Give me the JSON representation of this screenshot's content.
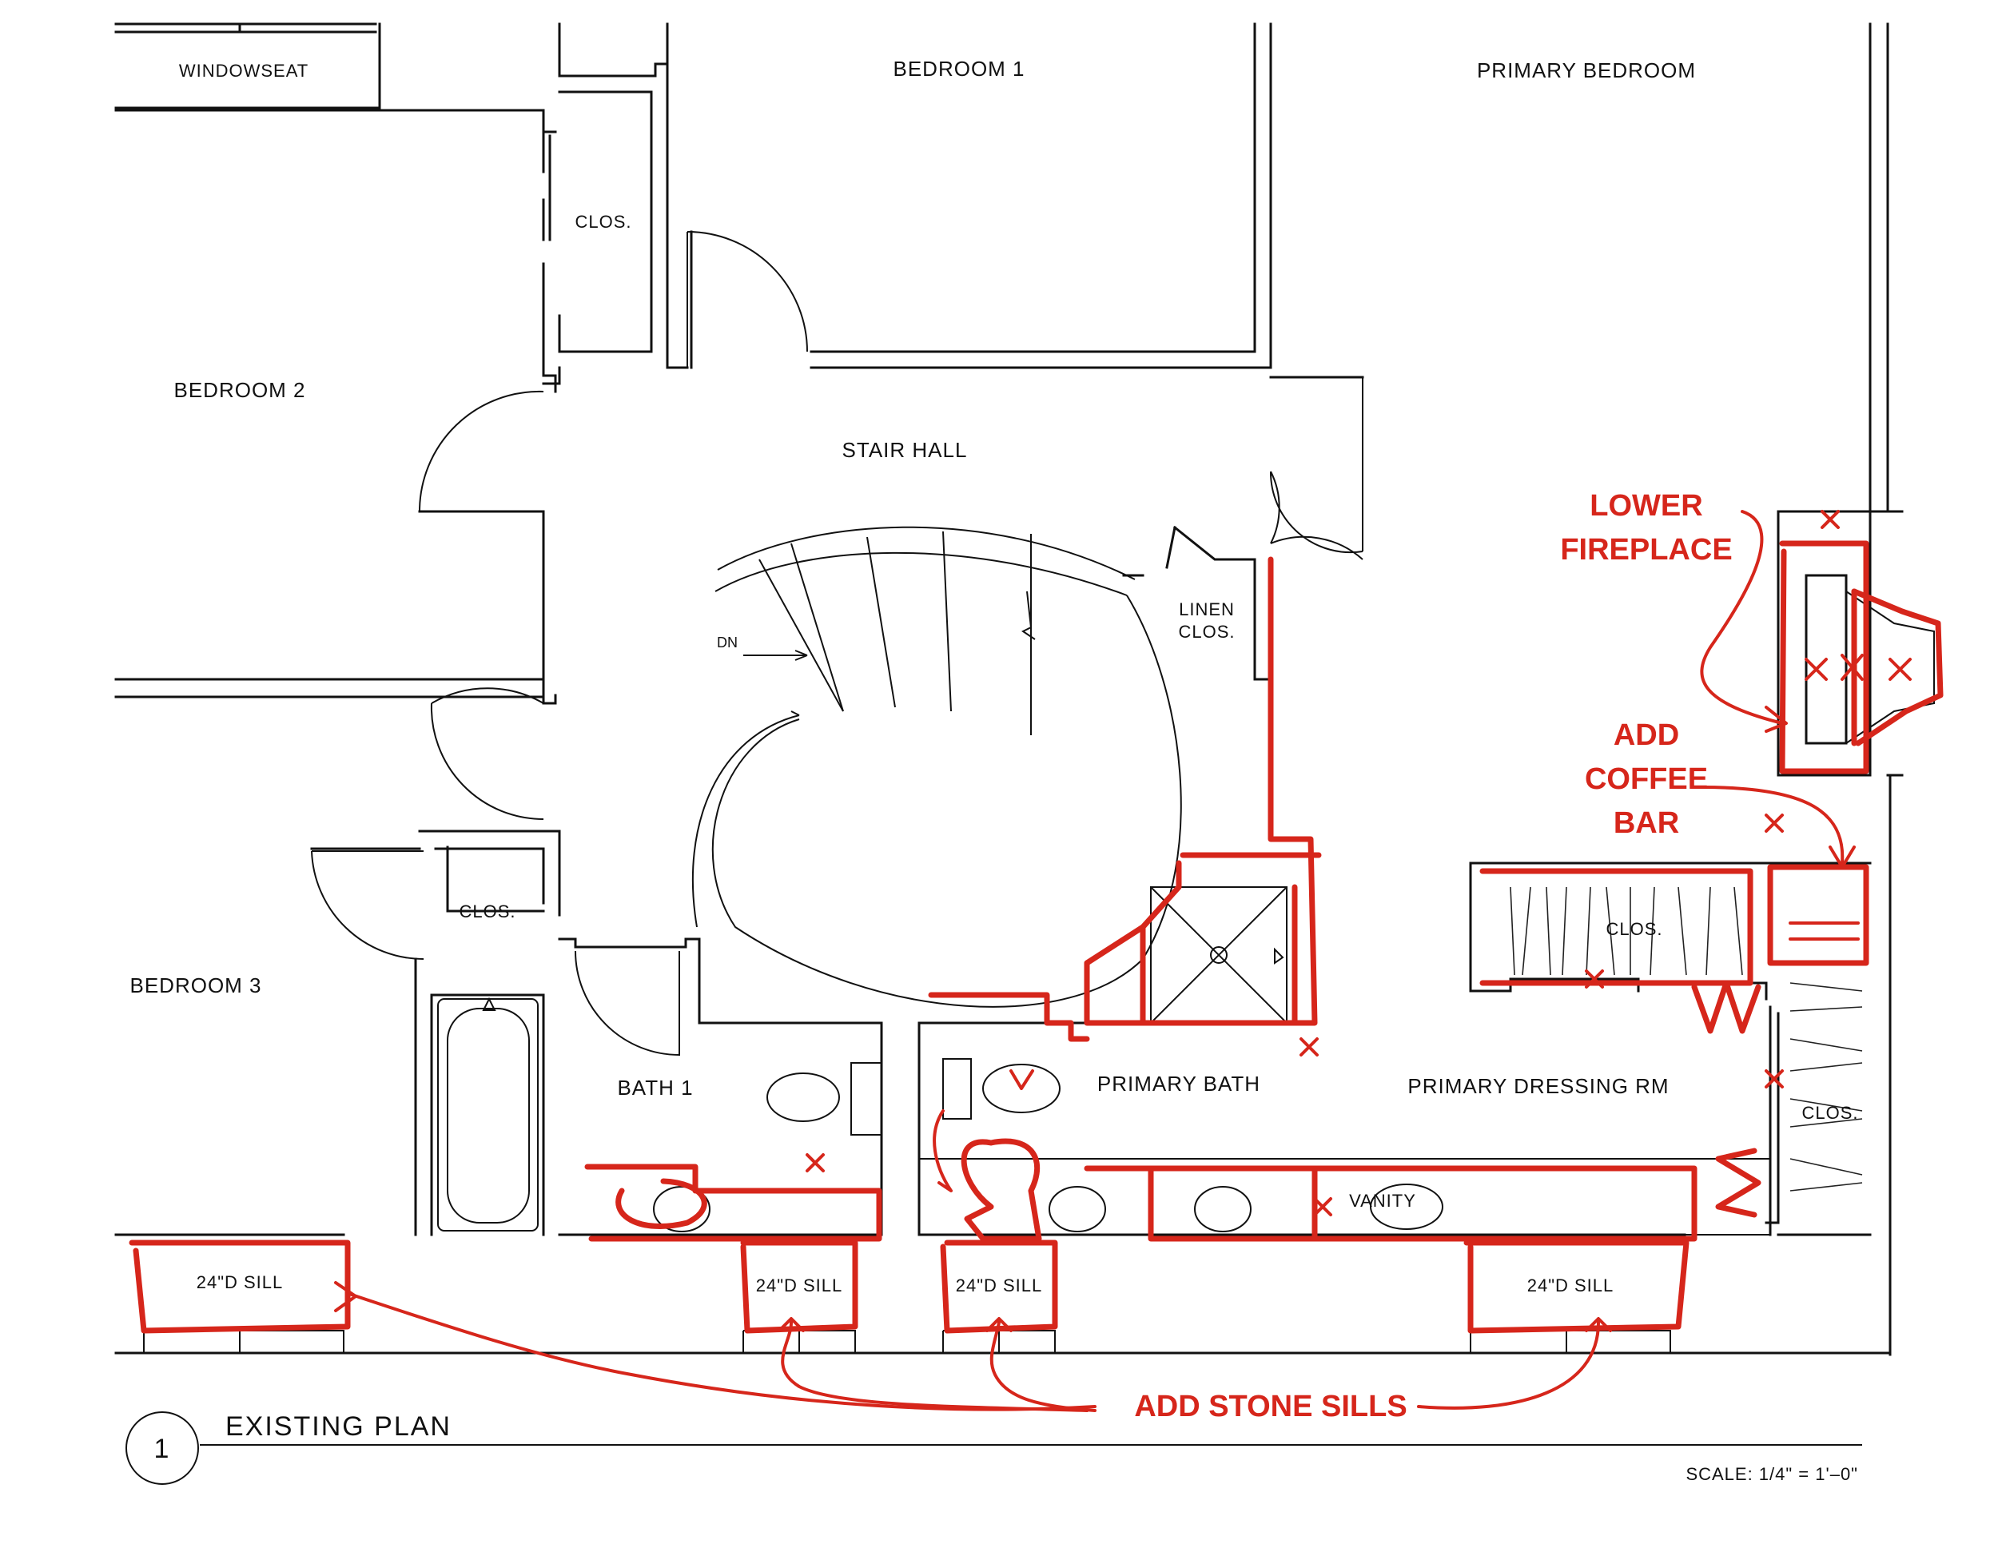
{
  "rooms": {
    "windowseat": "WINDOWSEAT",
    "bedroom1": "BEDROOM  1",
    "primary_bedroom": "PRIMARY BEDROOM",
    "closet_upper": "CLOS.",
    "bedroom2": "BEDROOM  2",
    "stair_hall": "STAIR  HALL",
    "stair_dn": "DN",
    "linen_line1": "LINEN",
    "linen_line2": "CLOS.",
    "bedroom3": "BEDROOM  3",
    "closet_bedroom3": "CLOS.",
    "bath1": "BATH  1",
    "primary_bath": "PRIMARY BATH",
    "primary_dressing": "PRIMARY DRESSING RM",
    "closet_dressing": "CLOS.",
    "closet_right": "CLOS.",
    "vanity": "VANITY"
  },
  "sills": [
    "24\"D  SILL",
    "24\"D  SILL",
    "24\"D  SILL",
    "24\"D  SILL"
  ],
  "annotations": {
    "lower_fireplace_line1": "LOWER",
    "lower_fireplace_line2": "FIREPLACE",
    "coffee_bar_line1": "ADD",
    "coffee_bar_line2": "COFFEE",
    "coffee_bar_line3": "BAR",
    "stone_sills": "ADD STONE SILLS"
  },
  "title_block": {
    "number": "1",
    "title": "EXISTING  PLAN",
    "scale": "SCALE:  1/4\"  =  1'–0\""
  },
  "colors": {
    "linework": "#111111",
    "markup": "#d6261b",
    "background": "#ffffff"
  }
}
